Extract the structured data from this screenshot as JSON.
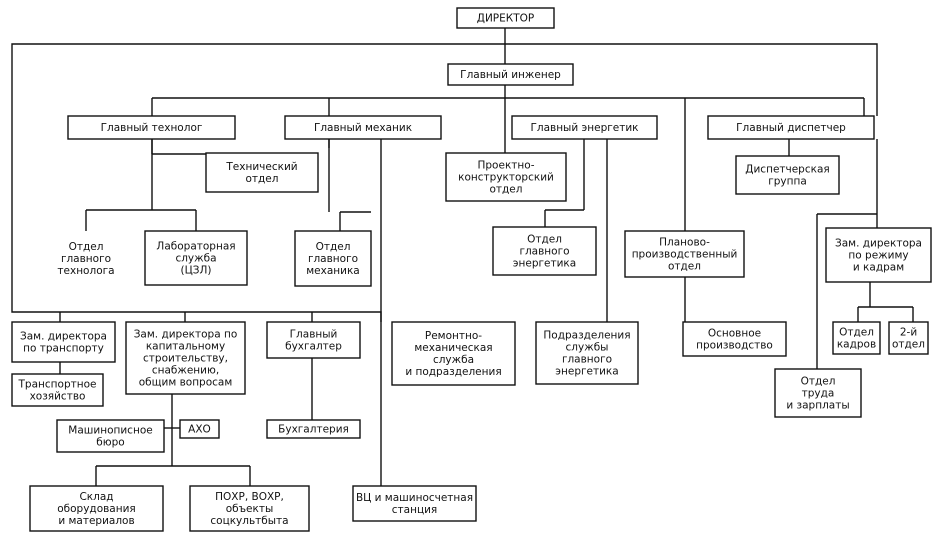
{
  "nodes": {
    "director": [
      "ДИРЕКТОР"
    ],
    "chief_engineer": [
      "Главный инженер"
    ],
    "chief_technologist": [
      "Главный технолог"
    ],
    "chief_mechanic": [
      "Главный механик"
    ],
    "chief_power_engineer": [
      "Главный энергетик"
    ],
    "chief_dispatcher": [
      "Главный диспетчер"
    ],
    "technical_dept": [
      "Технический",
      "отдел"
    ],
    "design_dept": [
      "Проектно-",
      "конструкторский",
      "отдел"
    ],
    "dispatch_group": [
      "Диспетчерская",
      "группа"
    ],
    "chief_technologist_dept": [
      "Отдел",
      "главного",
      "технолога"
    ],
    "lab_service": [
      "Лабораторная",
      "служба",
      "(ЦЗЛ)"
    ],
    "chief_mechanic_dept": [
      "Отдел",
      "главного",
      "механика"
    ],
    "chief_power_dept": [
      "Отдел",
      "главного",
      "энергетика"
    ],
    "planning_dept": [
      "Планово-",
      "производственный",
      "отдел"
    ],
    "deputy_regime": [
      "Зам. директора",
      "по режиму",
      "и кадрам"
    ],
    "deputy_transport": [
      "Зам. директора",
      "по транспорту"
    ],
    "deputy_capital": [
      "Зам. директора по",
      "капитальному",
      "строительству,",
      "снабжению,",
      "общим вопросам"
    ],
    "chief_accountant": [
      "Главный",
      "бухгалтер"
    ],
    "repair_service": [
      "Ремонтно-",
      "механическая",
      "служба",
      "и подразделения"
    ],
    "power_units": [
      "Подразделения",
      "службы",
      "главного",
      "энергетика"
    ],
    "main_production": [
      "Основное",
      "производство"
    ],
    "personnel_dept": [
      "Отдел",
      "кадров"
    ],
    "second_dept": [
      "2-й",
      "отдел"
    ],
    "labor_dept": [
      "Отдел",
      "труда",
      "и зарплаты"
    ],
    "transport_facility": [
      "Транспортное",
      "хозяйство"
    ],
    "typing_bureau": [
      "Машинописное",
      "бюро"
    ],
    "aho": [
      "АХО"
    ],
    "accounting": [
      "Бухгалтерия"
    ],
    "warehouse": [
      "Склад",
      "оборудования",
      "и материалов"
    ],
    "security": [
      "ПОХР, ВОХР,",
      "объекты",
      "соцкультбыта"
    ],
    "computing_center": [
      "ВЦ и машиносчетная",
      "станция"
    ]
  }
}
